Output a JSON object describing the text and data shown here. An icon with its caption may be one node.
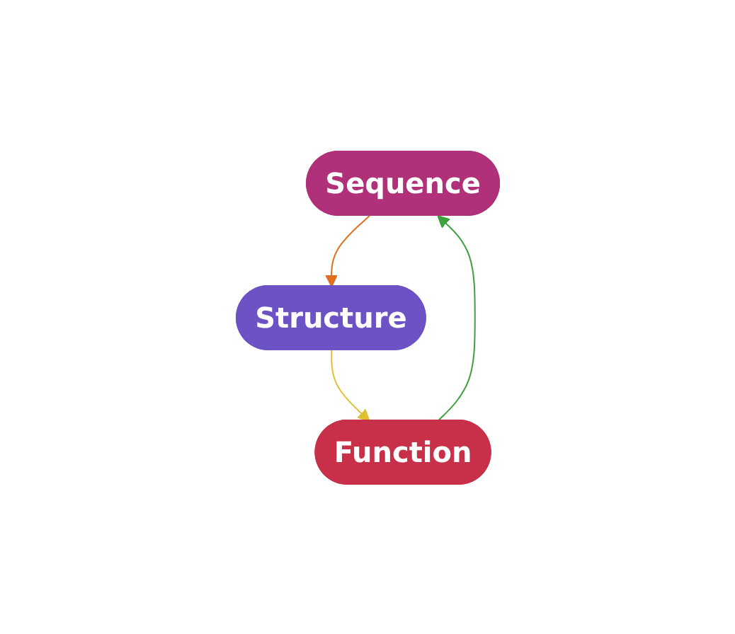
{
  "diagram": {
    "nodes": [
      {
        "text": [
          "Sequence"
        ]
      },
      {
        "text": [
          "Structure"
        ]
      },
      {
        "text": [
          "Function"
        ]
      }
    ],
    "edges": [
      {
        "from": 0,
        "to": 1,
        "arrow": "to",
        "color": "#e07020"
      },
      {
        "from": 1,
        "to": 2,
        "arrow": "to",
        "color": "#e0c030"
      },
      {
        "from": 2,
        "to": 0,
        "arrow": "to",
        "color": "#3fa040"
      }
    ]
  }
}
